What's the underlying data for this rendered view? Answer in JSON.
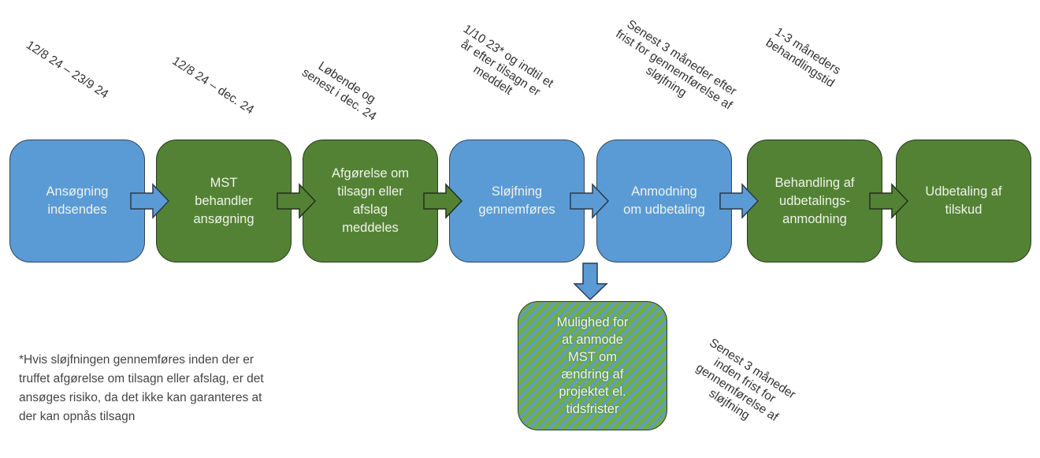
{
  "colors": {
    "blue": "#5b9bd5",
    "green": "#548235",
    "stripe_green": "#70ad47",
    "text_dark": "#333333"
  },
  "steps": [
    {
      "label": "Ansøgning\nindsendes",
      "color": "blue",
      "timing": "12/8 24 – 23/9 24"
    },
    {
      "label": "MST\nbehandler\nansøgning",
      "color": "green",
      "timing": "12/8 24 – dec. 24"
    },
    {
      "label": "Afgørelse om\ntilsagn eller\nafslag\nmeddeles",
      "color": "green",
      "timing": "Løbende og\nsenest i dec. 24"
    },
    {
      "label": "Sløjfning\ngennemføres",
      "color": "blue",
      "timing": "1/10 23* og indtil et\når efter tilsagn er\nmeddelt"
    },
    {
      "label": "Anmodning\nom udbetaling",
      "color": "blue",
      "timing": "Senest 3 måneder efter\nfrist for gennemførelse af\nsløjfning"
    },
    {
      "label": "Behandling af\nudbetalings-\nanmodning",
      "color": "green",
      "timing": "1-3 måneders\nbehandlingstid"
    },
    {
      "label": "Udbetaling af\ntilskud",
      "color": "green",
      "timing": ""
    }
  ],
  "side_step": {
    "label": "Mulighed for\nat  anmode\nMST om\nændring af\nprojektet el.\ntidsfrister",
    "timing": "Senest 3 måneder\ninden frist for\ngennemførelse af\nsløjfning"
  },
  "footnote": "*Hvis sløjfningen gennemføres inden der er\ntruffet afgørelse om tilsagn eller afslag, er det\nansøges risiko, da det ikke kan garanteres at\nder kan opnås tilsagn"
}
